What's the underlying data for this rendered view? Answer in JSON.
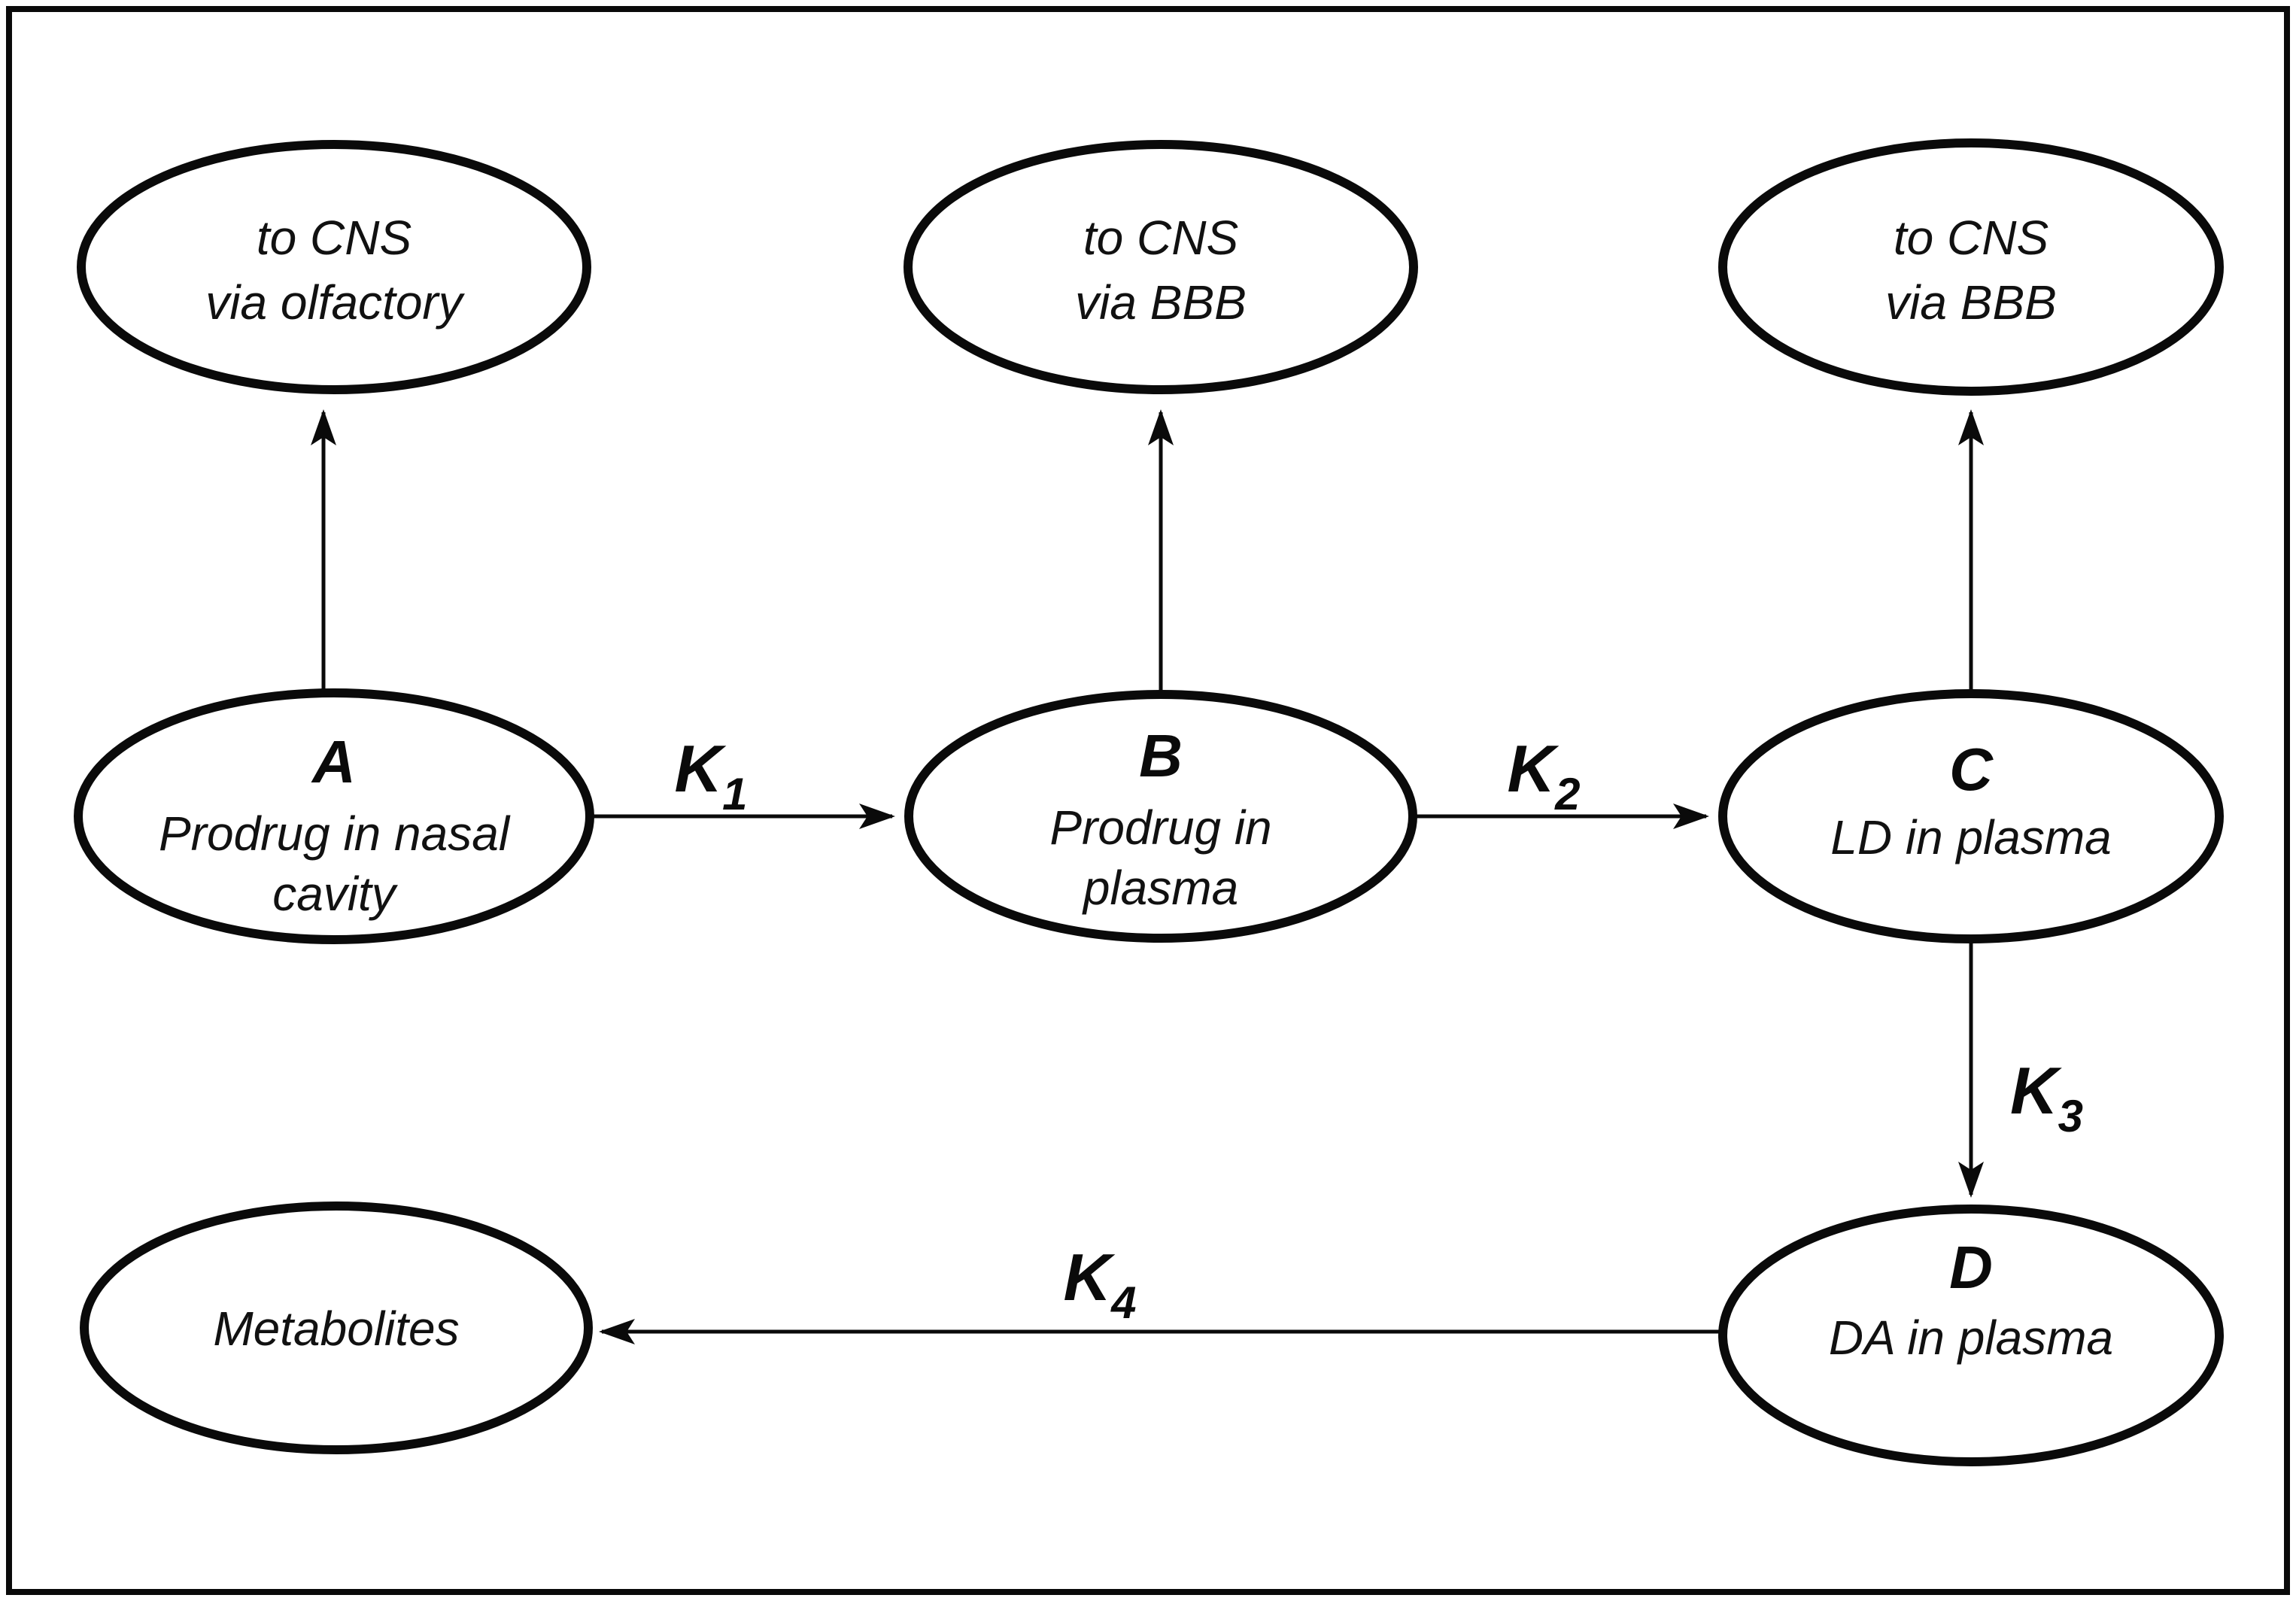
{
  "canvas": {
    "background": "#ffffff",
    "line_color": "#0a0a0a"
  },
  "nodes": {
    "cns_olfactory": {
      "line1": "to CNS",
      "line2": "via olfactory"
    },
    "cns_bbb_from_b": {
      "line1": "to CNS",
      "line2": "via BBB"
    },
    "cns_bbb_from_c": {
      "line1": "to CNS",
      "line2": "via BBB"
    },
    "a": {
      "letter": "A",
      "line1": "Prodrug in nasal",
      "line2": "cavity"
    },
    "b": {
      "letter": "B",
      "line1": "Prodrug in",
      "line2": "plasma"
    },
    "c": {
      "letter": "C",
      "line1": "LD in plasma"
    },
    "d": {
      "letter": "D",
      "line1": "DA in plasma"
    },
    "metabolites": {
      "line1": "Metabolites"
    }
  },
  "rates": {
    "k1": {
      "symbol": "K",
      "subscript": "1"
    },
    "k2": {
      "symbol": "K",
      "subscript": "2"
    },
    "k3": {
      "symbol": "K",
      "subscript": "3"
    },
    "k4": {
      "symbol": "K",
      "subscript": "4"
    }
  }
}
